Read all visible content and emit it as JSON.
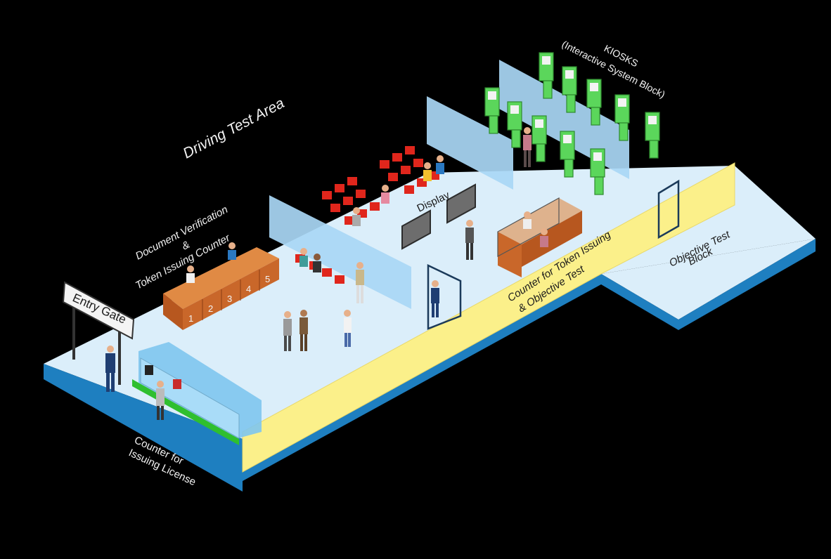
{
  "labels": {
    "driving_test_area": "Driving Test Area",
    "doc_verification_line1": "Document Verification",
    "doc_verification_line2": "&",
    "doc_verification_line3": "Token Issuing Counter",
    "entry_gate": "Entry Gate",
    "counter_license_line1": "Counter for",
    "counter_license_line2": "Issuing License",
    "kiosks_line1": "KIOSKS",
    "kiosks_line2": "(Interactive System Block)",
    "display": "Display",
    "counter_token_line1": "Counter for Token Issuing",
    "counter_token_line2": "& Objective Test",
    "objective_block_line1": "Objective Test",
    "objective_block_line2": "Block"
  },
  "counter_numbers": [
    "1",
    "2",
    "3",
    "4",
    "5"
  ],
  "colors": {
    "floor": "#dbeefa",
    "floor_side": "#1e7fc0",
    "wall_yellow": "#fbf08a",
    "partition": "#a9d7f5",
    "kiosk": "#5bd65b",
    "seat": "#e0261c",
    "counter_wood": "#c9672a"
  }
}
